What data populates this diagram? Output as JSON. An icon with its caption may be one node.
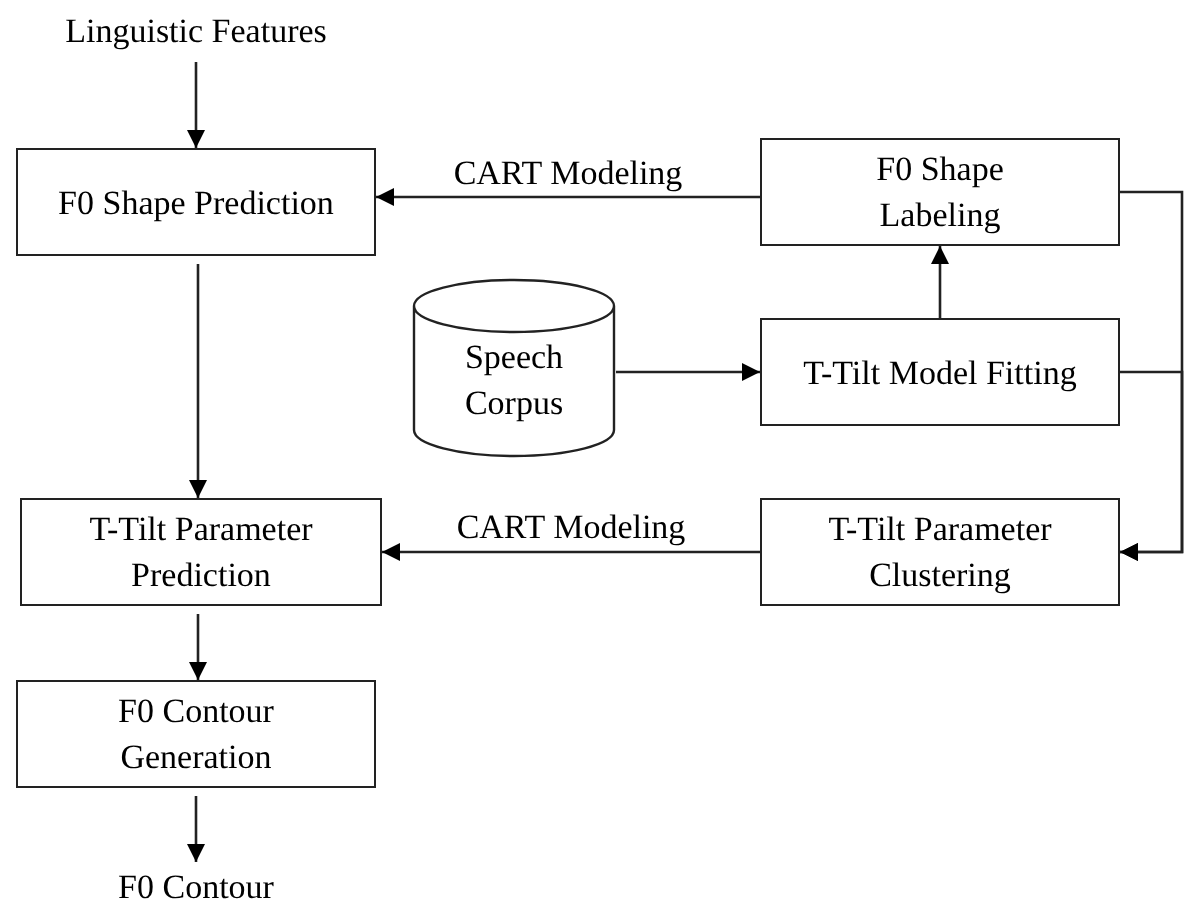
{
  "diagram": {
    "nodes": [
      {
        "text": [
          "Linguistic Features"
        ]
      },
      {
        "text": [
          "F0 Shape Prediction"
        ]
      },
      {
        "text": [
          "F0 Shape Labeling"
        ]
      },
      {
        "text": [
          "Speech Corpus"
        ]
      },
      {
        "text": [
          "T-Tilt Model Fitting"
        ]
      },
      {
        "text": [
          "T-Tilt Parameter Prediction"
        ]
      },
      {
        "text": [
          "T-Tilt Parameter Clustering"
        ]
      },
      {
        "text": [
          "F0 Contour Generation"
        ]
      },
      {
        "text": [
          "F0 Contour"
        ]
      }
    ],
    "edges": [
      {
        "from": 0,
        "to": 1,
        "arrow": "to"
      },
      {
        "from": 2,
        "to": 1,
        "arrow": "to",
        "label": "CART Modeling"
      },
      {
        "from": 3,
        "to": 4,
        "arrow": "to"
      },
      {
        "from": 4,
        "to": 2,
        "arrow": "to"
      },
      {
        "from": 1,
        "to": 5,
        "arrow": "to"
      },
      {
        "from": 6,
        "to": 5,
        "arrow": "to",
        "label": "CART Modeling"
      },
      {
        "from": 5,
        "to": 7,
        "arrow": "to"
      },
      {
        "from": 7,
        "to": 8,
        "arrow": "to"
      },
      {
        "from": 2,
        "to": 6,
        "arrow": "to"
      },
      {
        "from": 4,
        "to": 6,
        "arrow": "to"
      }
    ]
  }
}
